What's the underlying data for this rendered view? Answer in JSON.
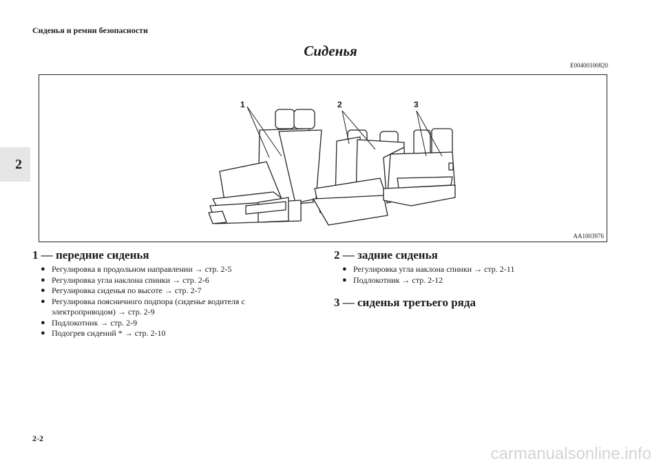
{
  "header": {
    "running_title": "Сиденья и ремни безопасности"
  },
  "chapter_tab": {
    "number": "2"
  },
  "page": {
    "title": "Сиденья",
    "doc_code": "E00400100820",
    "number": "2-2"
  },
  "figure": {
    "code": "AA1003976",
    "callouts": [
      "1",
      "2",
      "3"
    ],
    "icons": [
      "front-seats-illustration",
      "rear-seats-illustration",
      "third-row-seats-illustration"
    ]
  },
  "sections": [
    {
      "heading": "1 — передние сиденья",
      "items": [
        "Регулировка в продольном направлении → стр. 2-5",
        "Регулировка угла наклона спинки → стр. 2-6",
        "Регулировка сиденья по высоте → стр. 2-7",
        "Регулировка поясничного подпора (сиденье водителя с электроприводом) → стр. 2-9",
        "Подлокотник → стр. 2-9",
        "Подогрев сидений * → стр. 2-10"
      ]
    },
    {
      "heading": "2 — задние сиденья",
      "items": [
        "Регулировка угла наклона спинки → стр. 2-11",
        "Подлокотник → стр. 2-12"
      ]
    },
    {
      "heading": "3 — сиденья третьего ряда",
      "items": []
    }
  ],
  "bullet_symbol": "●",
  "watermark": "carmanualsonline.info"
}
